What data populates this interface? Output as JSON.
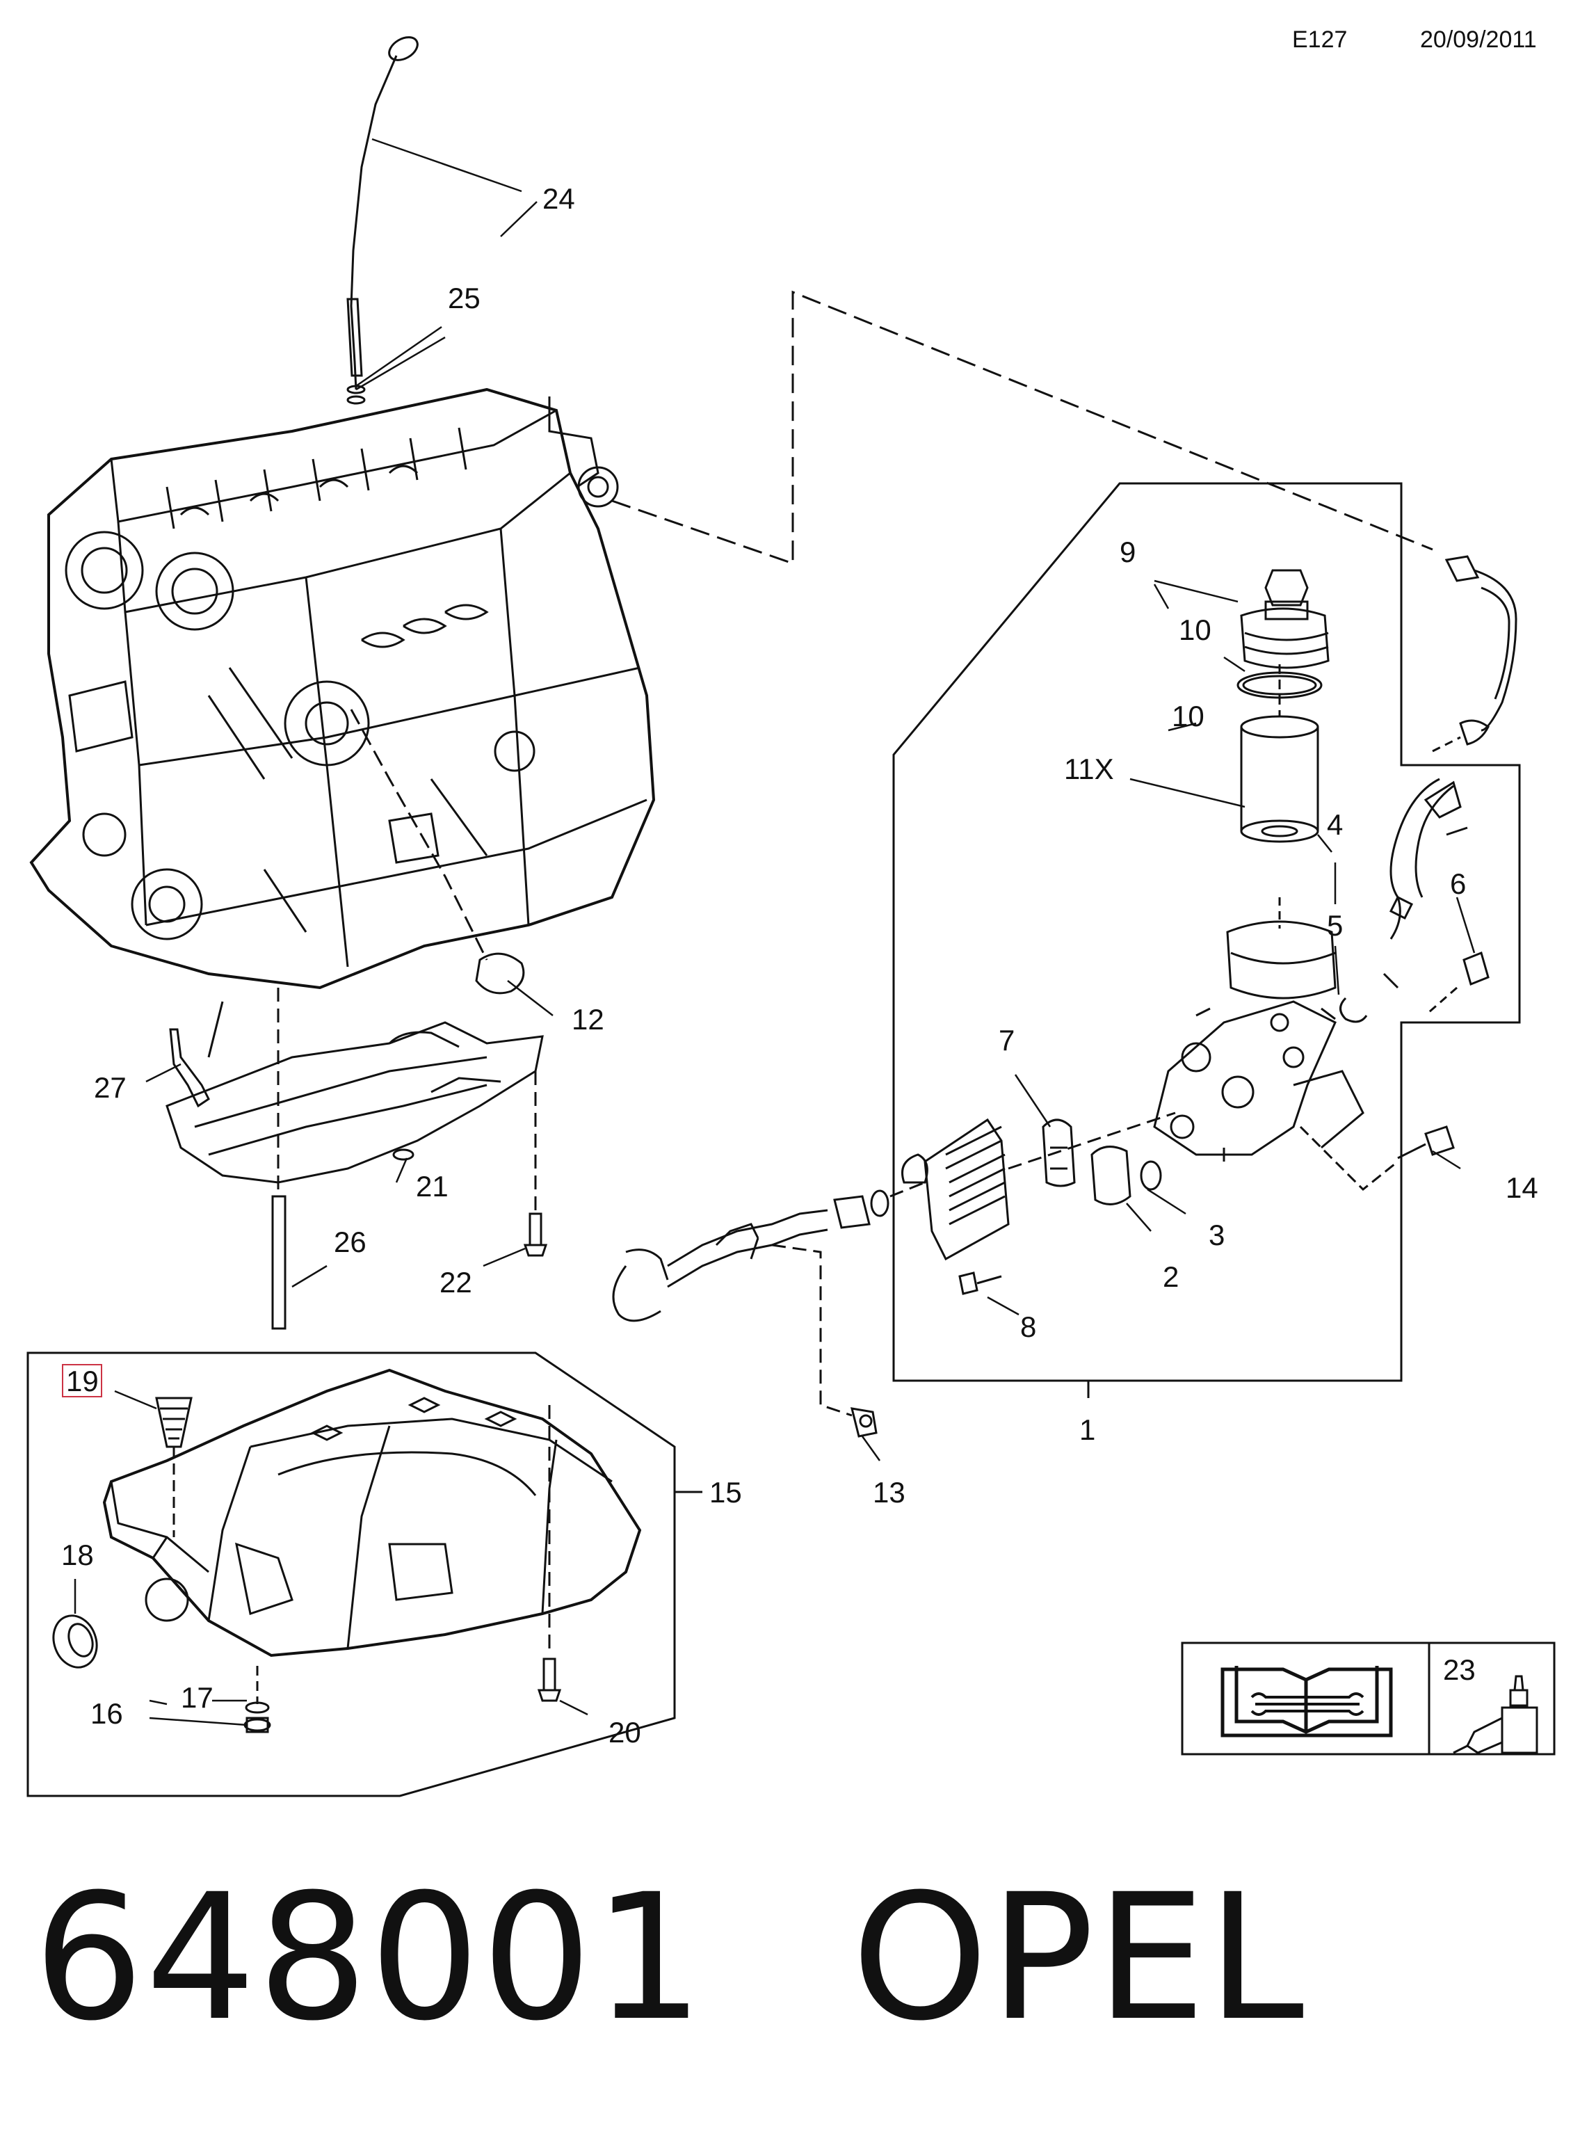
{
  "header": {
    "code": "E127",
    "date": "20/09/2011"
  },
  "footer": {
    "part_number": "648001",
    "brand": "OPEL"
  },
  "callouts": {
    "c1": "1",
    "c2": "2",
    "c3": "3",
    "c4": "4",
    "c5": "5",
    "c6": "6",
    "c7": "7",
    "c8": "8",
    "c9": "9",
    "c10a": "10",
    "c10b": "10",
    "c11": "11X",
    "c12": "12",
    "c13": "13",
    "c14": "14",
    "c15": "15",
    "c16": "16",
    "c17": "17",
    "c18": "18",
    "c19": "19",
    "c20": "20",
    "c21": "21",
    "c22": "22",
    "c23": "23",
    "c24": "24",
    "c25": "25",
    "c26": "26",
    "c27": "27"
  },
  "colors": {
    "line": "#111111",
    "highlight": "#cc3344"
  },
  "icons": [
    "repair-manual-icon",
    "sealant-tube-icon"
  ]
}
